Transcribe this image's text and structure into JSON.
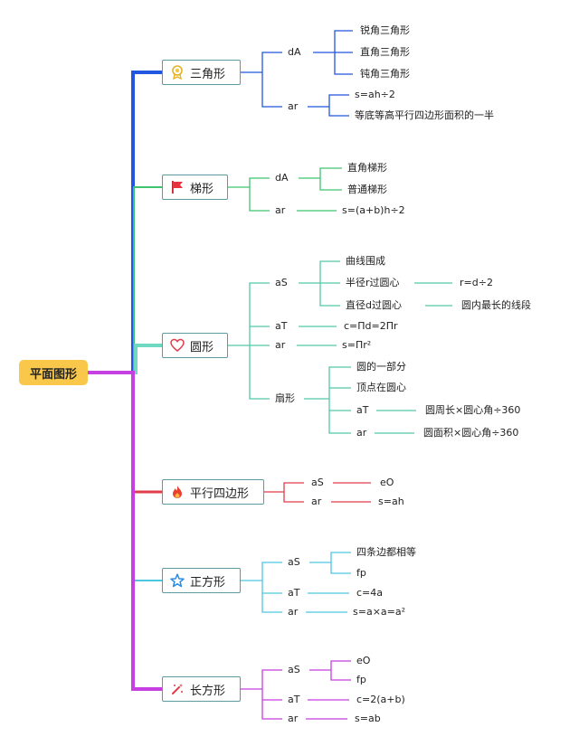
{
  "root": {
    "label": "平面图形"
  },
  "branches": {
    "triangle": {
      "title": "三角形",
      "icon": "ribbon-medal-icon",
      "color": "#2255e0",
      "dA": {
        "key": "dA",
        "items": [
          "锐角三角形",
          "直角三角形",
          "钝角三角形"
        ]
      },
      "ar": {
        "key": "ar",
        "items": [
          "s=ah÷2",
          "等底等高平行四边形面积的一半"
        ]
      }
    },
    "trapezoid": {
      "title": "梯形",
      "icon": "red-flag-icon",
      "color": "#3ec46d",
      "dA": {
        "key": "dA",
        "items": [
          "直角梯形",
          "普通梯形"
        ]
      },
      "ar": {
        "key": "ar",
        "value": "s=(a+b)h÷2"
      }
    },
    "circle": {
      "title": "圆形",
      "icon": "heart-icon",
      "color": "#52c8a8",
      "aS": {
        "key": "aS",
        "items": [
          {
            "label": "曲线围成"
          },
          {
            "label": "半径r过圆心",
            "value": "r=d÷2"
          },
          {
            "label": "直径d过圆心",
            "value": "圆内最长的线段"
          }
        ]
      },
      "aT": {
        "key": "aT",
        "value": "c=Πd=2Πr"
      },
      "ar": {
        "key": "ar",
        "value": "s=Πr²"
      },
      "sector": {
        "key": "扇形",
        "items": [
          {
            "label": "圆的一部分"
          },
          {
            "label": "顶点在圆心"
          },
          {
            "label": "aT",
            "value": "圆周长×圆心角÷360"
          },
          {
            "label": "ar",
            "value": "圆面积×圆心角÷360"
          }
        ]
      }
    },
    "parallelogram": {
      "title": "平行四边形",
      "icon": "fire-icon",
      "color": "#e03c4a",
      "aS": {
        "key": "aS",
        "value": "eO"
      },
      "ar": {
        "key": "ar",
        "value": "s=ah"
      }
    },
    "square": {
      "title": "正方形",
      "icon": "star-icon",
      "color": "#4cc6e0",
      "aS": {
        "key": "aS",
        "items": [
          "四条边都相等",
          "fp"
        ]
      },
      "aT": {
        "key": "aT",
        "value": "c=4a"
      },
      "ar": {
        "key": "ar",
        "value": "s=a×a=a²"
      }
    },
    "rectangle": {
      "title": "长方形",
      "icon": "magic-wand-icon",
      "color": "#c63fe0",
      "aS": {
        "key": "aS",
        "items": [
          "eO",
          "fp"
        ]
      },
      "aT": {
        "key": "aT",
        "value": "c=2(a+b)"
      },
      "ar": {
        "key": "ar",
        "value": "s=ab"
      }
    }
  }
}
